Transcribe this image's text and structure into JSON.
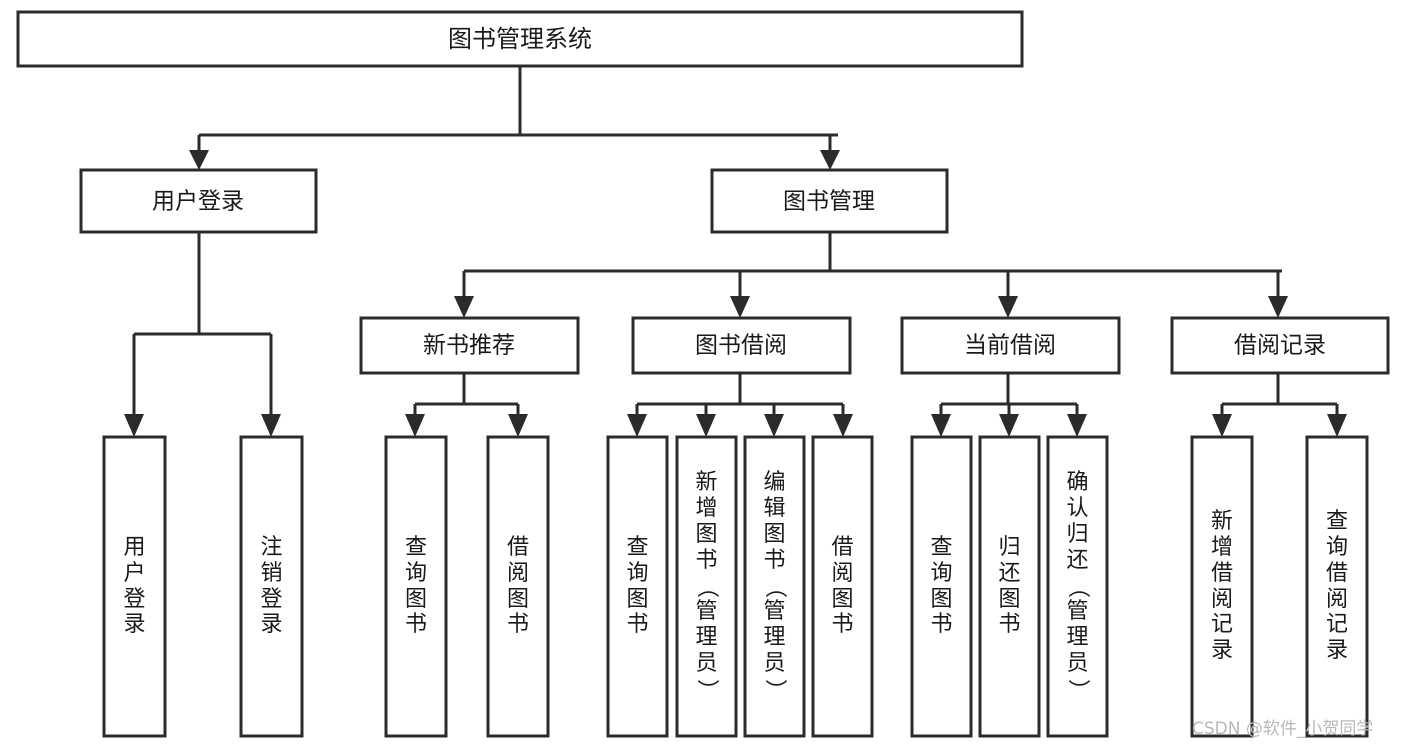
{
  "diagram": {
    "type": "tree-hierarchy",
    "title": "图书管理系统",
    "orientation": "top-down",
    "levels": 4,
    "root": {
      "id": "root",
      "label": "图书管理系统"
    },
    "level2": [
      {
        "id": "user-login",
        "label": "用户登录"
      },
      {
        "id": "book-management",
        "label": "图书管理"
      }
    ],
    "level3": [
      {
        "id": "new-book-recommend",
        "label": "新书推荐",
        "parent": "book-management"
      },
      {
        "id": "book-borrow",
        "label": "图书借阅",
        "parent": "book-management"
      },
      {
        "id": "current-borrow",
        "label": "当前借阅",
        "parent": "book-management"
      },
      {
        "id": "borrow-record",
        "label": "借阅记录",
        "parent": "book-management"
      }
    ],
    "leaves": [
      {
        "id": "leaf-user-login",
        "label": "用户登录",
        "parent": "user-login"
      },
      {
        "id": "leaf-logout-login",
        "label": "注销登录",
        "parent": "user-login"
      },
      {
        "id": "leaf-query-book-1",
        "label": "查询图书",
        "parent": "new-book-recommend"
      },
      {
        "id": "leaf-borrow-book-1",
        "label": "借阅图书",
        "parent": "new-book-recommend"
      },
      {
        "id": "leaf-query-book-2",
        "label": "查询图书",
        "parent": "book-borrow"
      },
      {
        "id": "leaf-add-book",
        "label": "新增图书（管理员）",
        "parent": "book-borrow"
      },
      {
        "id": "leaf-edit-book",
        "label": "编辑图书（管理员）",
        "parent": "book-borrow"
      },
      {
        "id": "leaf-borrow-book-2",
        "label": "借阅图书",
        "parent": "book-borrow"
      },
      {
        "id": "leaf-query-book-3",
        "label": "查询图书",
        "parent": "current-borrow"
      },
      {
        "id": "leaf-return-book",
        "label": "归还图书",
        "parent": "current-borrow"
      },
      {
        "id": "leaf-confirm-return",
        "label": "确认归还（管理员）",
        "parent": "current-borrow"
      },
      {
        "id": "leaf-add-record",
        "label": "新增借阅记录",
        "parent": "borrow-record"
      },
      {
        "id": "leaf-query-record",
        "label": "查询借阅记录",
        "parent": "borrow-record"
      }
    ]
  },
  "watermark": {
    "text": "CSDN @软件_小贺同学"
  },
  "colors": {
    "stroke": "#2b2b2b",
    "fill": "#ffffff",
    "text": "#1a1a1a",
    "watermark": "#b8b8b8"
  }
}
